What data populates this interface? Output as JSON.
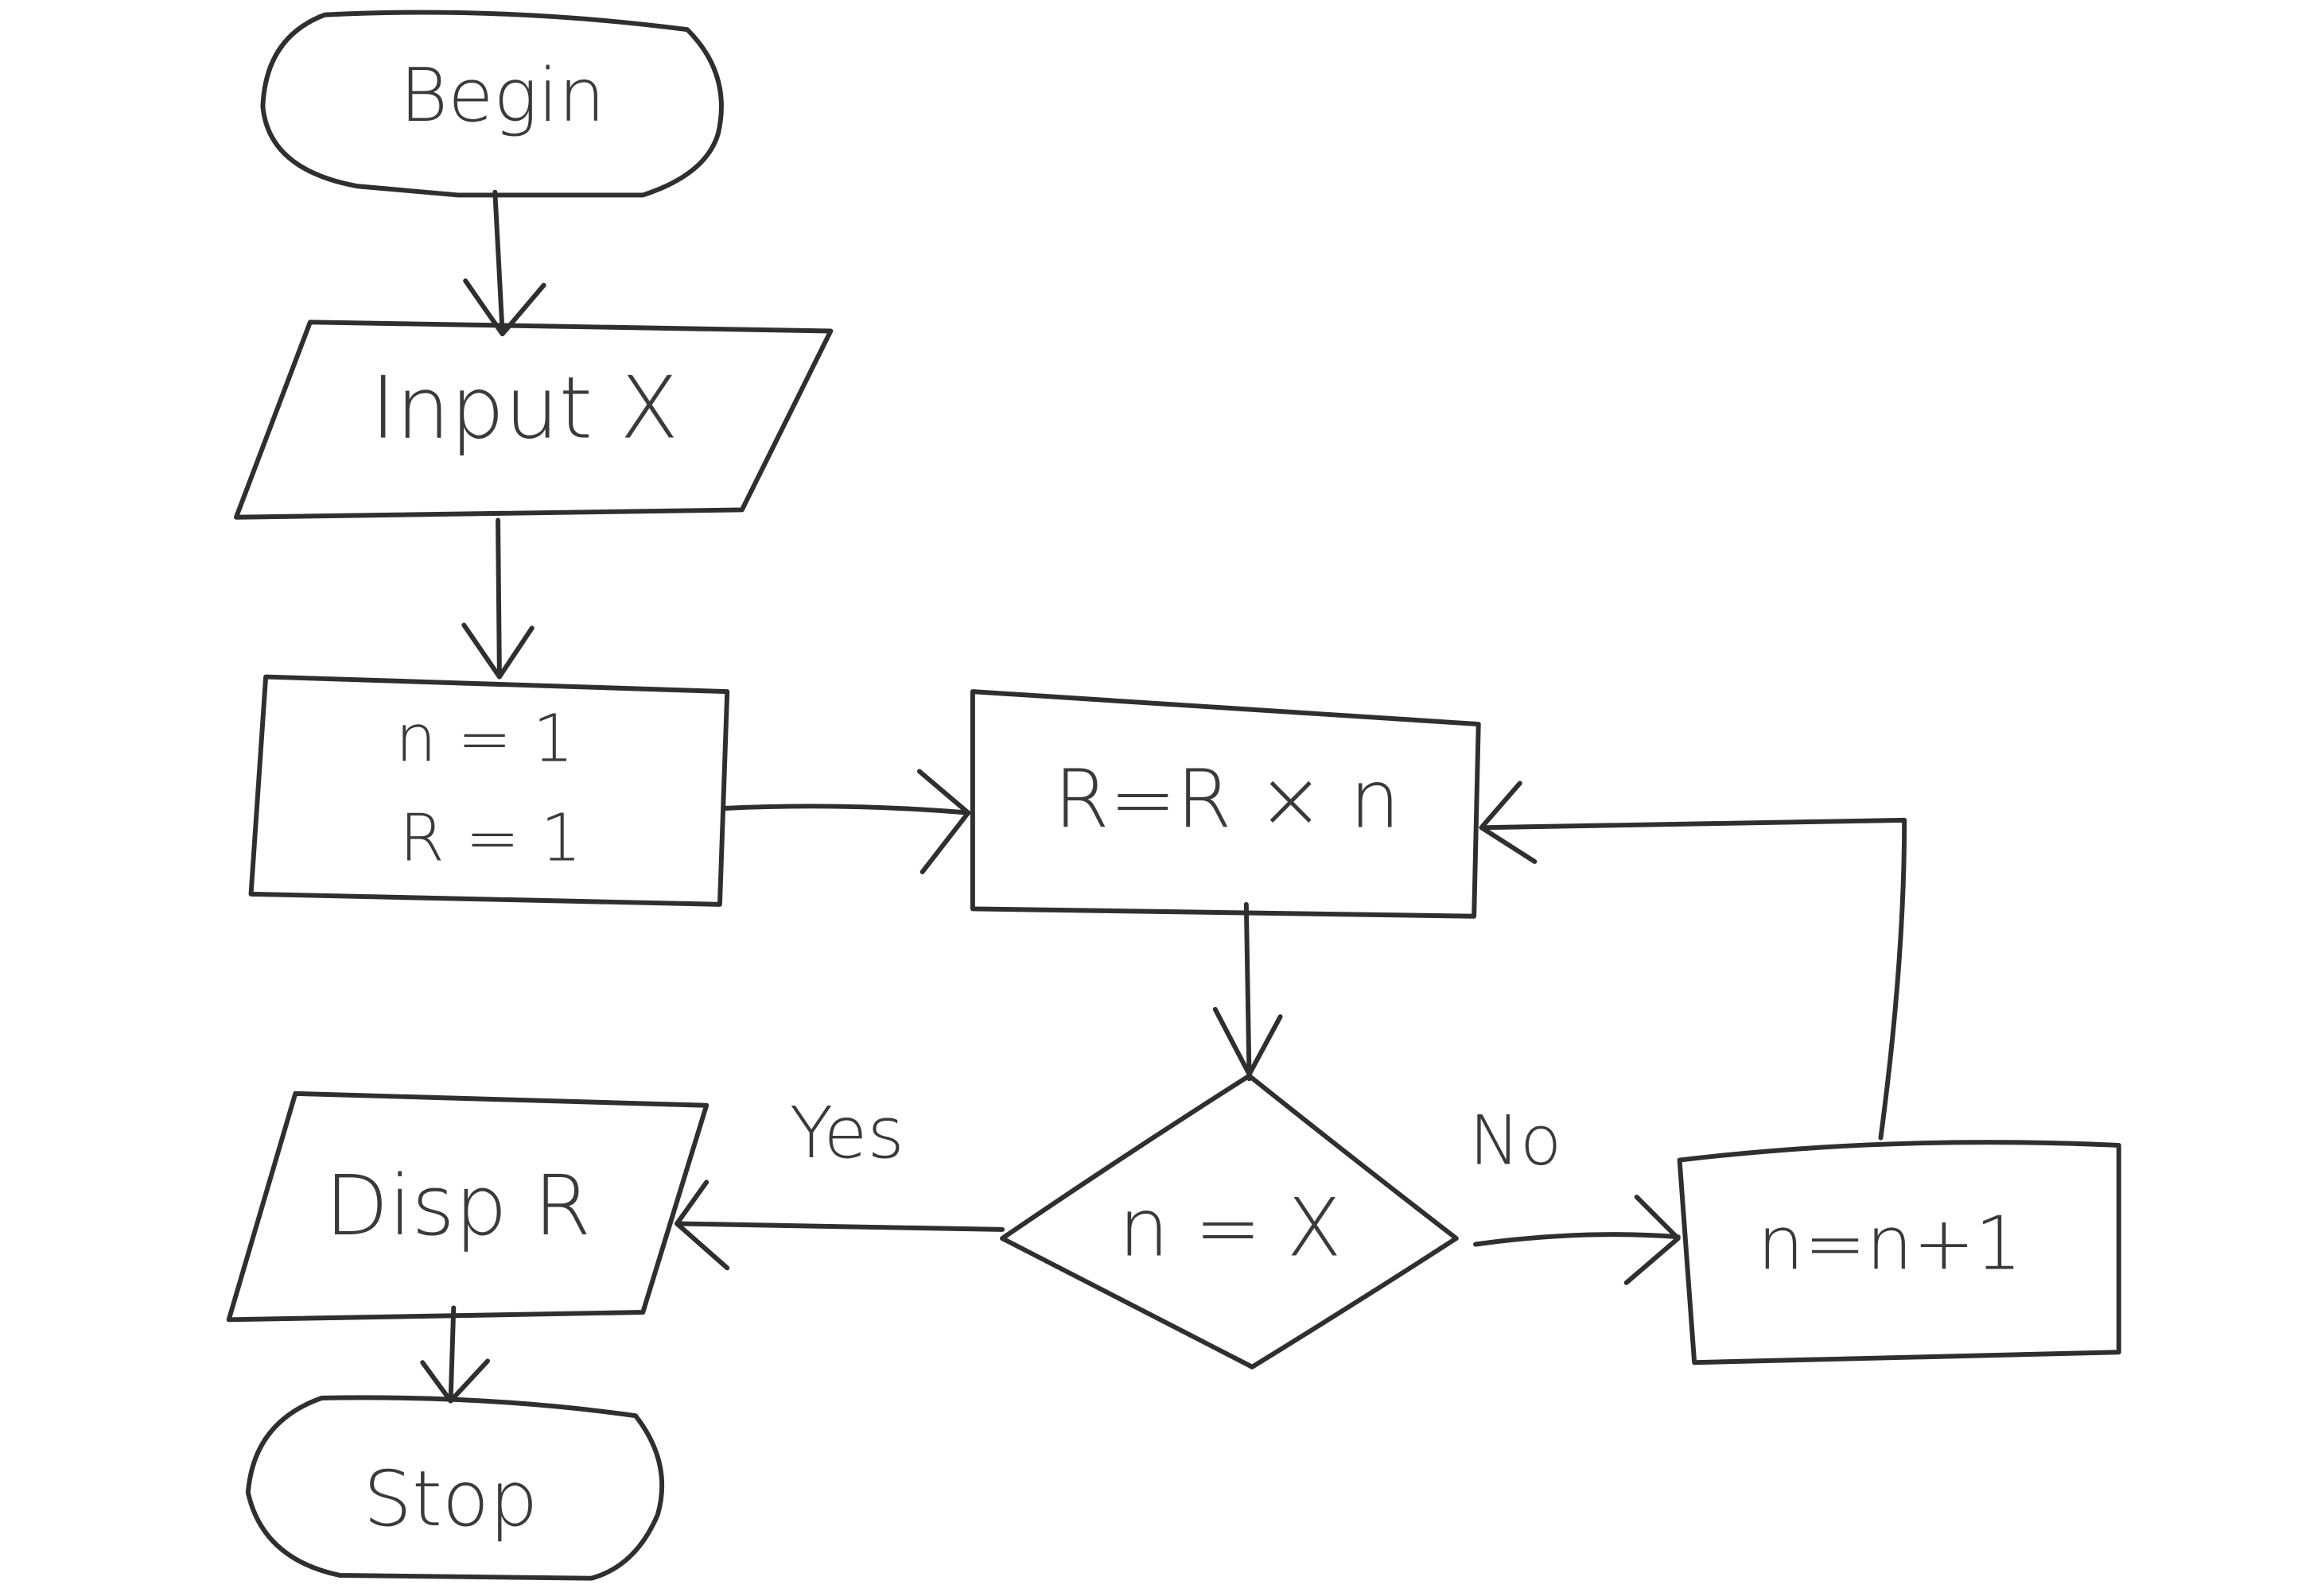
{
  "nodes": {
    "begin": "Begin",
    "input": "Input X",
    "init_line1": "n = 1",
    "init_line2": "R = 1",
    "multiply": "R=R × n",
    "decision": "n = X",
    "increment": "n=n+1",
    "display": "Disp R",
    "stop": "Stop"
  },
  "edges": {
    "yes_label": "Yes",
    "no_label": "No"
  },
  "colors": {
    "ink": "#2f2f2f",
    "background": "#ffffff"
  }
}
